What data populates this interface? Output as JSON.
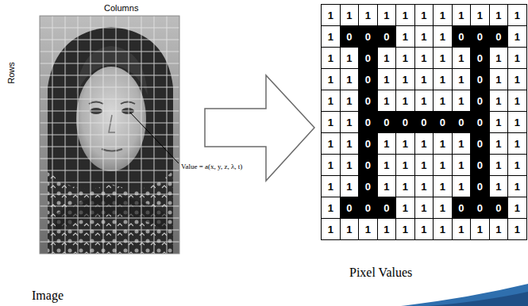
{
  "diagram": {
    "labels": [
      "Columns",
      "Rows",
      "Value = a(x, y, z, λ, t)",
      "1",
      "1",
      "1",
      "1",
      "1",
      "1",
      "1",
      "1",
      "1",
      "1",
      "1",
      "1",
      "0",
      "0",
      "0",
      "1",
      "1",
      "1",
      "0",
      "0",
      "0",
      "1",
      "1",
      "1",
      "0",
      "1",
      "1",
      "1",
      "1",
      "1",
      "0",
      "1",
      "1",
      "1",
      "1",
      "0",
      "1",
      "1",
      "1",
      "1",
      "1",
      "0",
      "1",
      "1",
      "1",
      "1",
      "0",
      "1",
      "1",
      "1",
      "1",
      "1",
      "0",
      "1",
      "1",
      "1",
      "1",
      "0",
      "0",
      "0",
      "0",
      "0",
      "0",
      "0",
      "1",
      "1",
      "1",
      "1",
      "0",
      "1",
      "1",
      "1",
      "1",
      "1",
      "0",
      "1",
      "1",
      "1",
      "1",
      "0",
      "1",
      "1",
      "1",
      "1",
      "1",
      "0",
      "1",
      "1",
      "1",
      "1",
      "0",
      "1",
      "1",
      "1",
      "1",
      "1",
      "0",
      "1",
      "1",
      "1",
      "0",
      "0",
      "0",
      "1",
      "1",
      "1",
      "0",
      "0",
      "0",
      "1",
      "1",
      "1",
      "1",
      "1",
      "1",
      "1",
      "1",
      "1",
      "1",
      "1",
      "1",
      "Image",
      "Pixel Values"
    ]
  }
}
